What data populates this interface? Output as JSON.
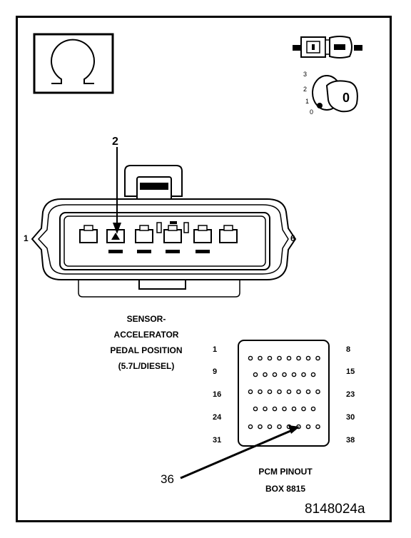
{
  "figure_id": "8148024a",
  "connector": {
    "callout": "2",
    "pin_left": "1",
    "pin_right": "6",
    "caption_lines": [
      "SENSOR-",
      "ACCELERATOR",
      "PEDAL POSITION",
      "(5.7L/DIESEL)"
    ]
  },
  "ignition": {
    "positions": [
      "3",
      "2",
      "1",
      "0"
    ],
    "key_label": "0"
  },
  "pcm": {
    "row_start_labels": [
      "1",
      "9",
      "16",
      "24",
      "31"
    ],
    "row_end_labels": [
      "8",
      "15",
      "23",
      "30",
      "38"
    ],
    "callout": "36",
    "caption_lines": [
      "PCM PINOUT",
      "BOX 8815"
    ]
  },
  "symbols": [
    "ohm-icon",
    "disconnect-connector-icon",
    "ignition-key-icon"
  ]
}
